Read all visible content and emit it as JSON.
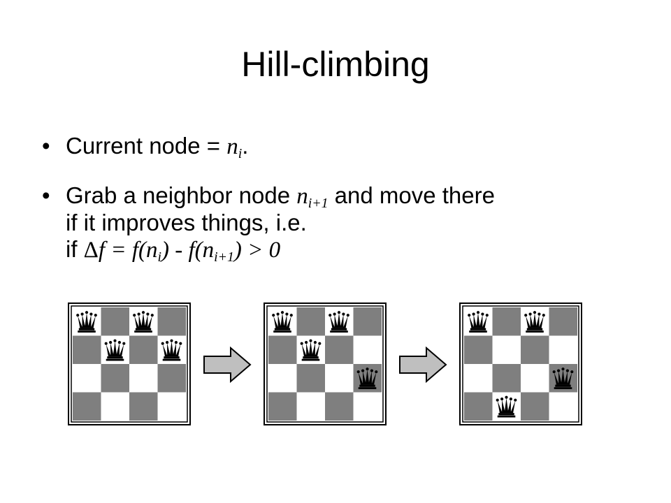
{
  "slide": {
    "title": "Hill-climbing",
    "bullet_char": "•",
    "bullet1": {
      "text": "Current node = ",
      "var": "n",
      "sub": "i",
      "end": "."
    },
    "bullet2": {
      "part1": "Grab a neighbor node ",
      "var": "n",
      "sub": "i+1",
      "part2": " and move there",
      "line2": "if it improves things, i.e.",
      "if_word": "if ",
      "delta": "Δ",
      "f_eq": "f = f(n",
      "sub_a": "i",
      "minus": ") - f(n",
      "sub_b": "i+1",
      "end": ") > 0"
    }
  },
  "colors": {
    "light_square": "#ffffff",
    "dark_square": "#7f7f7f",
    "arrow_fill": "#bfbfbf",
    "queen": "#000000"
  },
  "boards": [
    {
      "name": "board-1",
      "queens": [
        [
          0,
          0
        ],
        [
          0,
          2
        ],
        [
          1,
          1
        ],
        [
          1,
          3
        ]
      ]
    },
    {
      "name": "board-2",
      "queens": [
        [
          0,
          0
        ],
        [
          0,
          2
        ],
        [
          1,
          1
        ],
        [
          2,
          3
        ]
      ]
    },
    {
      "name": "board-3",
      "queens": [
        [
          0,
          0
        ],
        [
          0,
          2
        ],
        [
          2,
          3
        ],
        [
          3,
          1
        ]
      ]
    }
  ],
  "icons": {
    "piece": "queen-icon",
    "arrow": "right-arrow-icon"
  }
}
